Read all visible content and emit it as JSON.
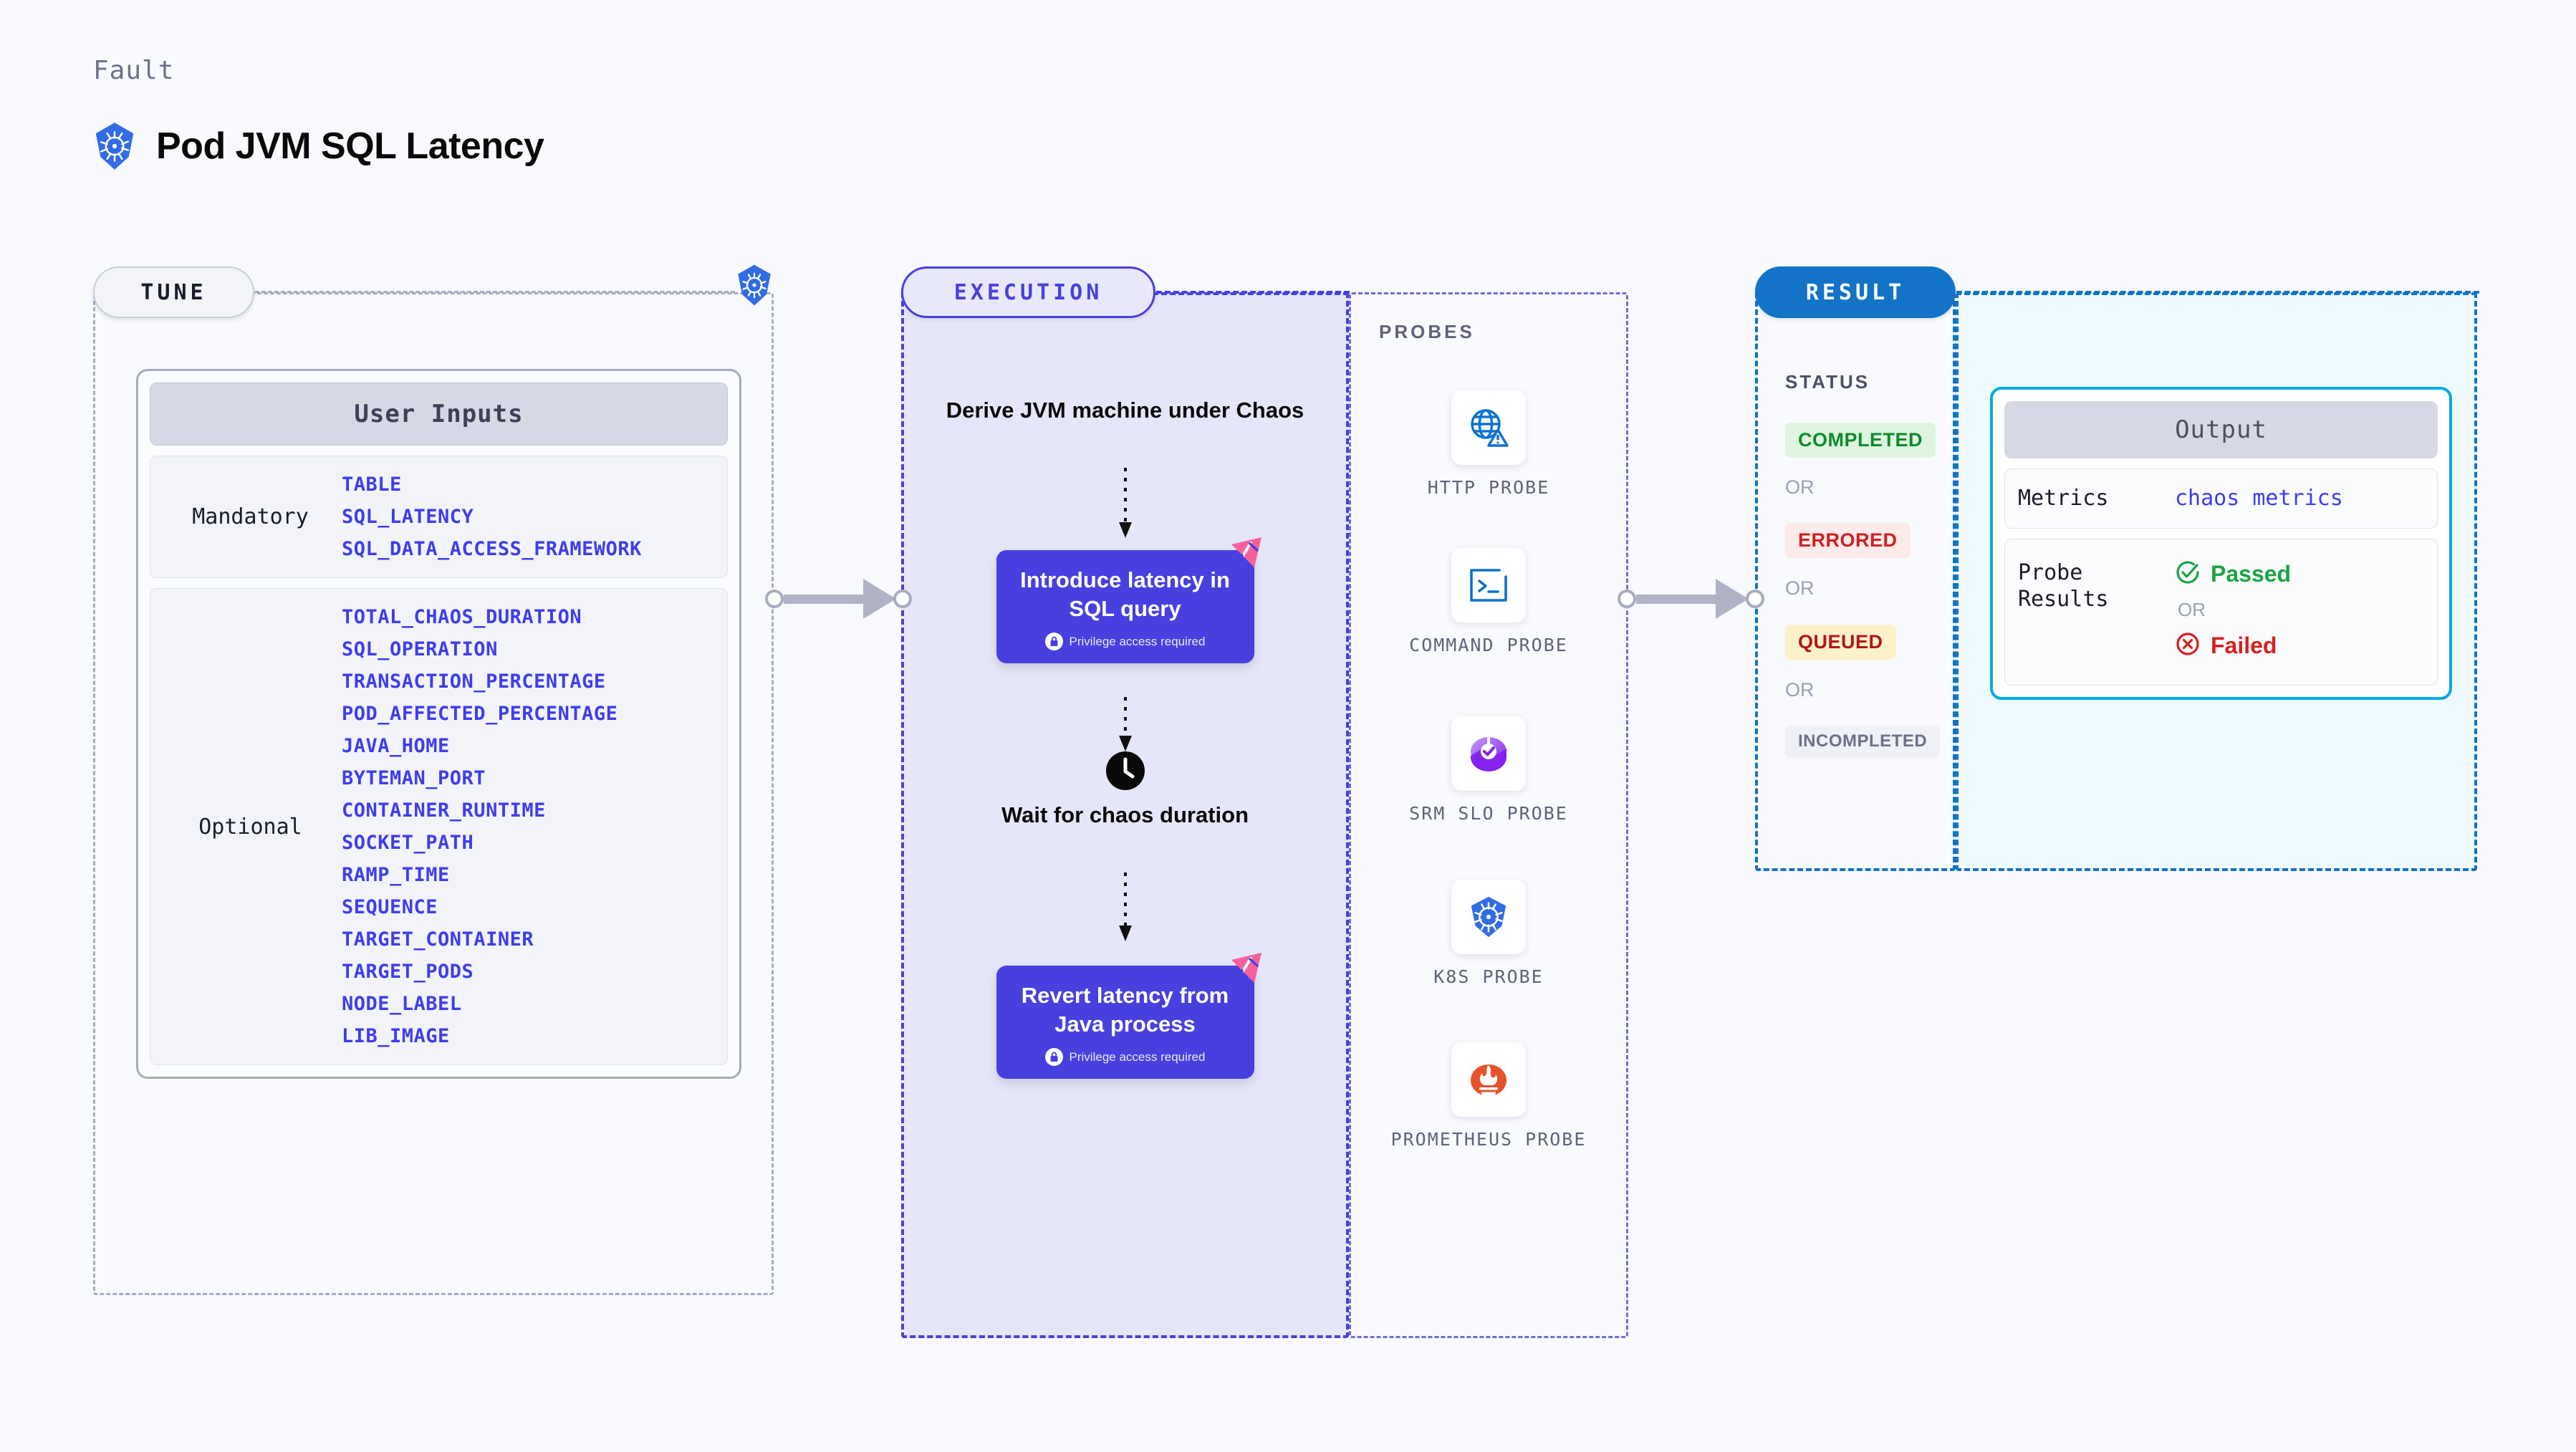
{
  "header": {
    "eyebrow": "Fault",
    "title": "Pod JVM SQL Latency",
    "logo_icon": "kubernetes-icon"
  },
  "colors": {
    "page_bg": "#f9fafe",
    "tune_accent": "#a7abbd",
    "execution_accent": "#4840de",
    "result_accent": "#1273c7",
    "output_accent": "#00a9e6",
    "param_blue": "#3d3df0",
    "litmus_pink": "#f5609b"
  },
  "tune": {
    "badge_label": "TUNE",
    "k8s_icon": "kubernetes-icon",
    "card": {
      "title": "User Inputs",
      "groups": [
        {
          "label": "Mandatory",
          "params": [
            "TABLE",
            "SQL_LATENCY",
            "SQL_DATA_ACCESS_FRAMEWORK"
          ]
        },
        {
          "label": "Optional",
          "params": [
            "TOTAL_CHAOS_DURATION",
            "SQL_OPERATION",
            "TRANSACTION_PERCENTAGE",
            "POD_AFFECTED_PERCENTAGE",
            "JAVA_HOME",
            "BYTEMAN_PORT",
            "CONTAINER_RUNTIME",
            "SOCKET_PATH",
            "RAMP_TIME",
            "SEQUENCE",
            "TARGET_CONTAINER",
            "TARGET_PODS",
            "NODE_LABEL",
            "LIB_IMAGE"
          ]
        }
      ]
    }
  },
  "execution": {
    "badge_label": "EXECUTION",
    "step1_text": "Derive JVM machine under Chaos",
    "card1": {
      "title": "Introduce latency in SQL query",
      "note": "Privilege access required",
      "note_icon": "lock-icon",
      "corner_icon": "litmus-icon"
    },
    "wait": {
      "icon": "clock-icon",
      "text": "Wait for chaos duration"
    },
    "card2": {
      "title": "Revert latency from Java process",
      "note": "Privilege access required",
      "note_icon": "lock-icon",
      "corner_icon": "litmus-icon"
    }
  },
  "probes": {
    "label": "PROBES",
    "items": [
      {
        "label": "HTTP PROBE",
        "icon": "globe-warning-icon"
      },
      {
        "label": "COMMAND PROBE",
        "icon": "terminal-icon"
      },
      {
        "label": "SRM SLO PROBE",
        "icon": "srm-slo-icon"
      },
      {
        "label": "K8S PROBE",
        "icon": "kubernetes-icon"
      },
      {
        "label": "PROMETHEUS PROBE",
        "icon": "prometheus-icon"
      }
    ]
  },
  "result": {
    "badge_label": "RESULT",
    "status_heading": "STATUS",
    "or_label": "OR",
    "statuses": [
      {
        "label": "COMPLETED",
        "bg": "#dff5e1",
        "fg": "#0f8a2e"
      },
      {
        "label": "ERRORED",
        "bg": "#fdeaea",
        "fg": "#cf2020"
      },
      {
        "label": "QUEUED",
        "bg": "#fdf1c9",
        "fg": "#b01717"
      },
      {
        "label": "INCOMPLETED",
        "bg": "#f0f1f6",
        "fg": "#6b7189"
      }
    ],
    "output": {
      "title": "Output",
      "metrics_key": "Metrics",
      "metrics_value": "chaos metrics",
      "probe_results_key": "Probe Results",
      "passed_label": "Passed",
      "passed_icon": "check-circle-icon",
      "or_label": "OR",
      "failed_label": "Failed",
      "failed_icon": "x-circle-icon"
    }
  }
}
